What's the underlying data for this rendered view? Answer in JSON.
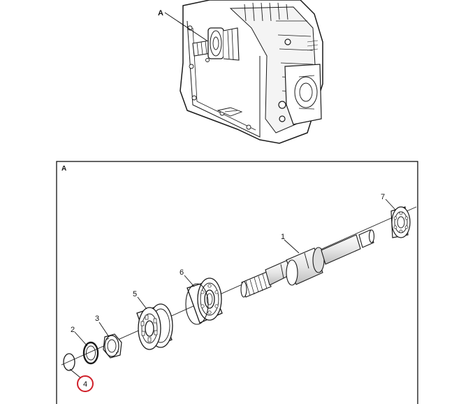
{
  "overview": {
    "callout_label": "A"
  },
  "detail": {
    "frame_label": "A",
    "highlight_color": "#d0202a",
    "callouts": [
      {
        "id": "1",
        "label": "1"
      },
      {
        "id": "2",
        "label": "2"
      },
      {
        "id": "3",
        "label": "3"
      },
      {
        "id": "4",
        "label": "4",
        "highlighted": true
      },
      {
        "id": "5",
        "label": "5"
      },
      {
        "id": "6",
        "label": "6"
      },
      {
        "id": "7",
        "label": "7"
      }
    ]
  }
}
